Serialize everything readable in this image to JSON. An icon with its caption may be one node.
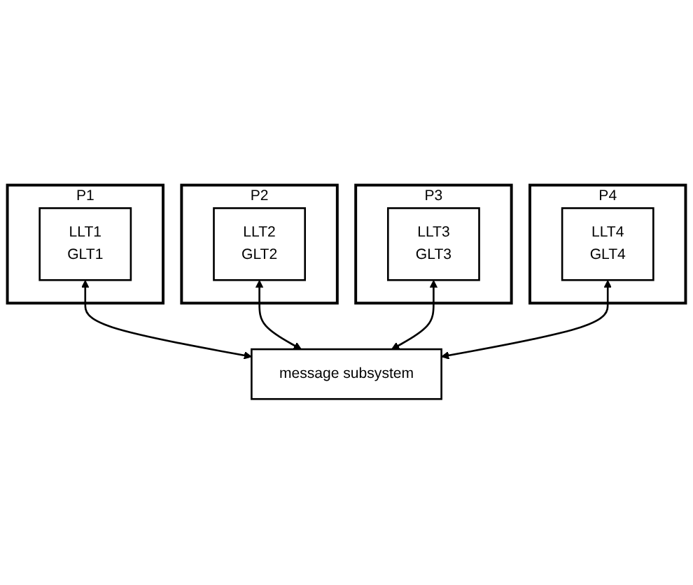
{
  "diagram": {
    "nodes": [
      {
        "text": [
          "P1"
        ]
      },
      {
        "text": [
          "LLT1",
          "GLT1"
        ],
        "in": 0
      },
      {
        "text": [
          "P2"
        ]
      },
      {
        "text": [
          "LLT2",
          "GLT2"
        ],
        "in": 2
      },
      {
        "text": [
          "message subsystem"
        ]
      },
      {
        "text": [
          "P3"
        ]
      },
      {
        "text": [
          "LLT3",
          "GLT3"
        ],
        "in": 5
      },
      {
        "text": [
          "P4"
        ]
      },
      {
        "text": [
          "LLT4",
          "GLT4"
        ],
        "in": 7
      }
    ],
    "edges": [
      {
        "from": 1,
        "to": 4,
        "arrow": "both"
      },
      {
        "from": 3,
        "to": 4,
        "arrow": "both"
      },
      {
        "from": 6,
        "to": 4,
        "arrow": "both"
      },
      {
        "from": 8,
        "to": 4,
        "arrow": "both"
      }
    ]
  }
}
